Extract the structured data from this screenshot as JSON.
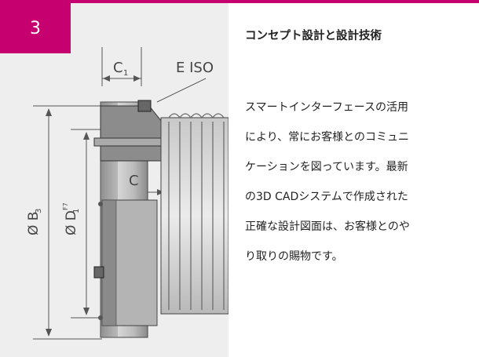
{
  "step": {
    "number": "3",
    "accent_color": "#c6006f"
  },
  "figure": {
    "label_c1": "C",
    "label_c1_sub": "1",
    "label_eiso": "E ISO",
    "label_c": "C",
    "label_b3": "Ø B",
    "label_b3_sub": "3",
    "label_d1": "Ø D",
    "label_d1_sub": "1",
    "label_d1_sup": "F7"
  },
  "content": {
    "title": "コンセプト設計と設計技術",
    "lines": [
      "スマートインターフェースの活用",
      "により、常にお客様とのコミュニ",
      "ケーションを図っています。最新",
      "の3D CADシステムで作成された",
      "正確な設計図面は、お客様とのや",
      "り取りの賜物です。"
    ]
  }
}
